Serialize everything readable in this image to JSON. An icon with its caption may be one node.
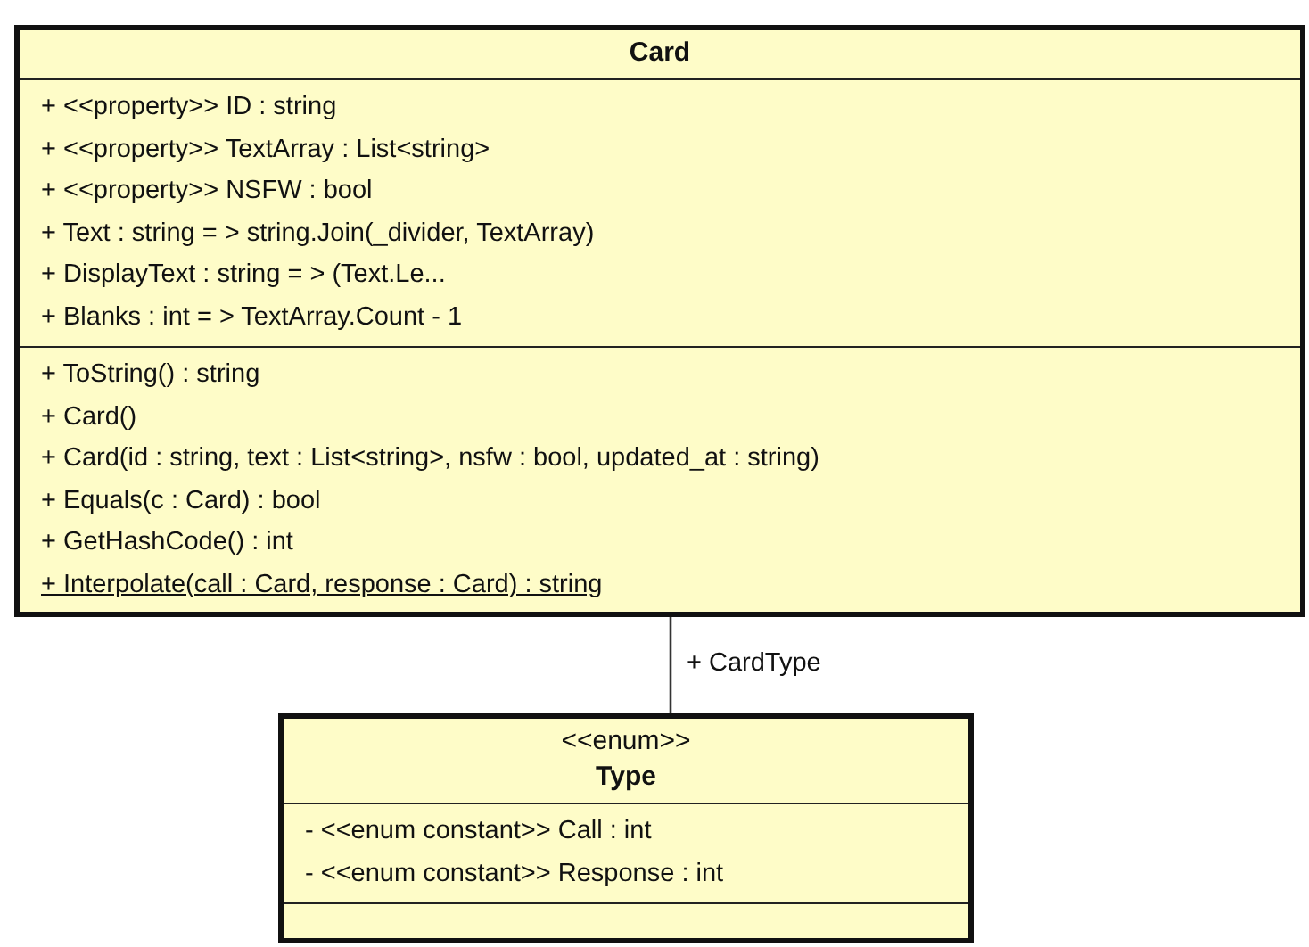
{
  "diagram": {
    "nodes": [
      {
        "text": [
          "Card",
          "+ <<property>> ID : string",
          "+ <<property>> TextArray : List<string>",
          "+ <<property>> NSFW : bool",
          "+ Text : string = > string.Join(_divider, TextArray)",
          "+ DisplayText : string = > (Text.Le...",
          "+ Blanks : int = > TextArray.Count - 1",
          "+ ToString() : string",
          "+ Card()",
          "+ Card(id : string, text : List<string>, nsfw : bool, updated_at : string)",
          "+ Equals(c : Card) : bool",
          "+ GetHashCode() : int",
          "+ Interpolate(call : Card, response : Card) : string"
        ]
      },
      {
        "text": [
          "<<enum>>",
          "Type",
          "- <<enum constant>> Call : int",
          "- <<enum constant>> Response : int"
        ]
      }
    ],
    "edges": [
      {
        "from": 0,
        "to": 1,
        "arrow": "none",
        "label": "+ CardType"
      }
    ]
  }
}
